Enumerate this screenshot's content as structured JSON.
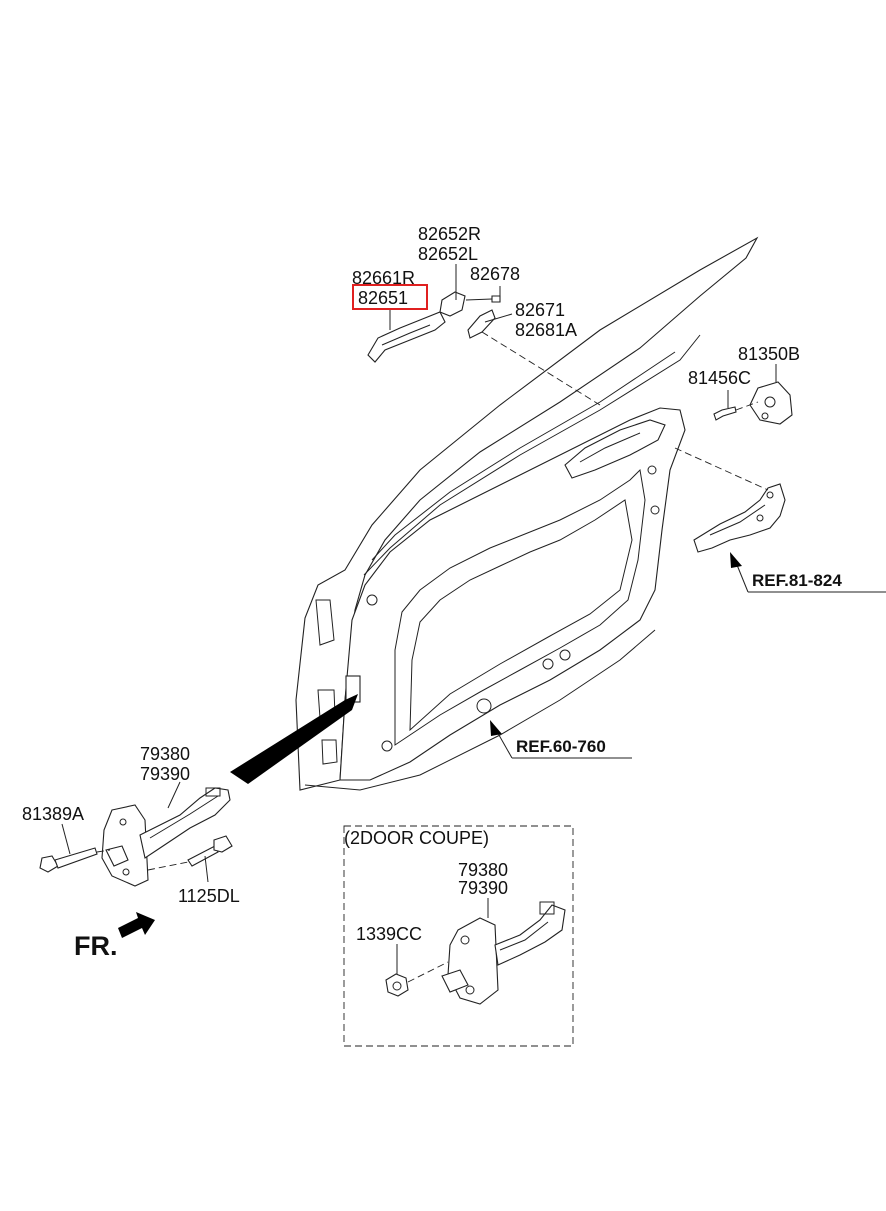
{
  "labels": {
    "p82652R": "82652R",
    "p82652L": "82652L",
    "p82678": "82678",
    "p82661R": "82661R",
    "p82651": "82651",
    "p82671": "82671",
    "p82681A": "82681A",
    "p81350B": "81350B",
    "p81456C": "81456C",
    "ref81824": "REF.81-824",
    "ref60760": "REF.60-760",
    "p79380": "79380",
    "p79390": "79390",
    "p81389A": "81389A",
    "p1125DL": "1125DL",
    "fr": "FR.",
    "coupe_title": "(2DOOR COUPE)",
    "c79380": "79380",
    "c79390": "79390",
    "c1339CC": "1339CC"
  },
  "colors": {
    "highlight": "#e02020",
    "line": "#222222",
    "background": "#ffffff"
  }
}
